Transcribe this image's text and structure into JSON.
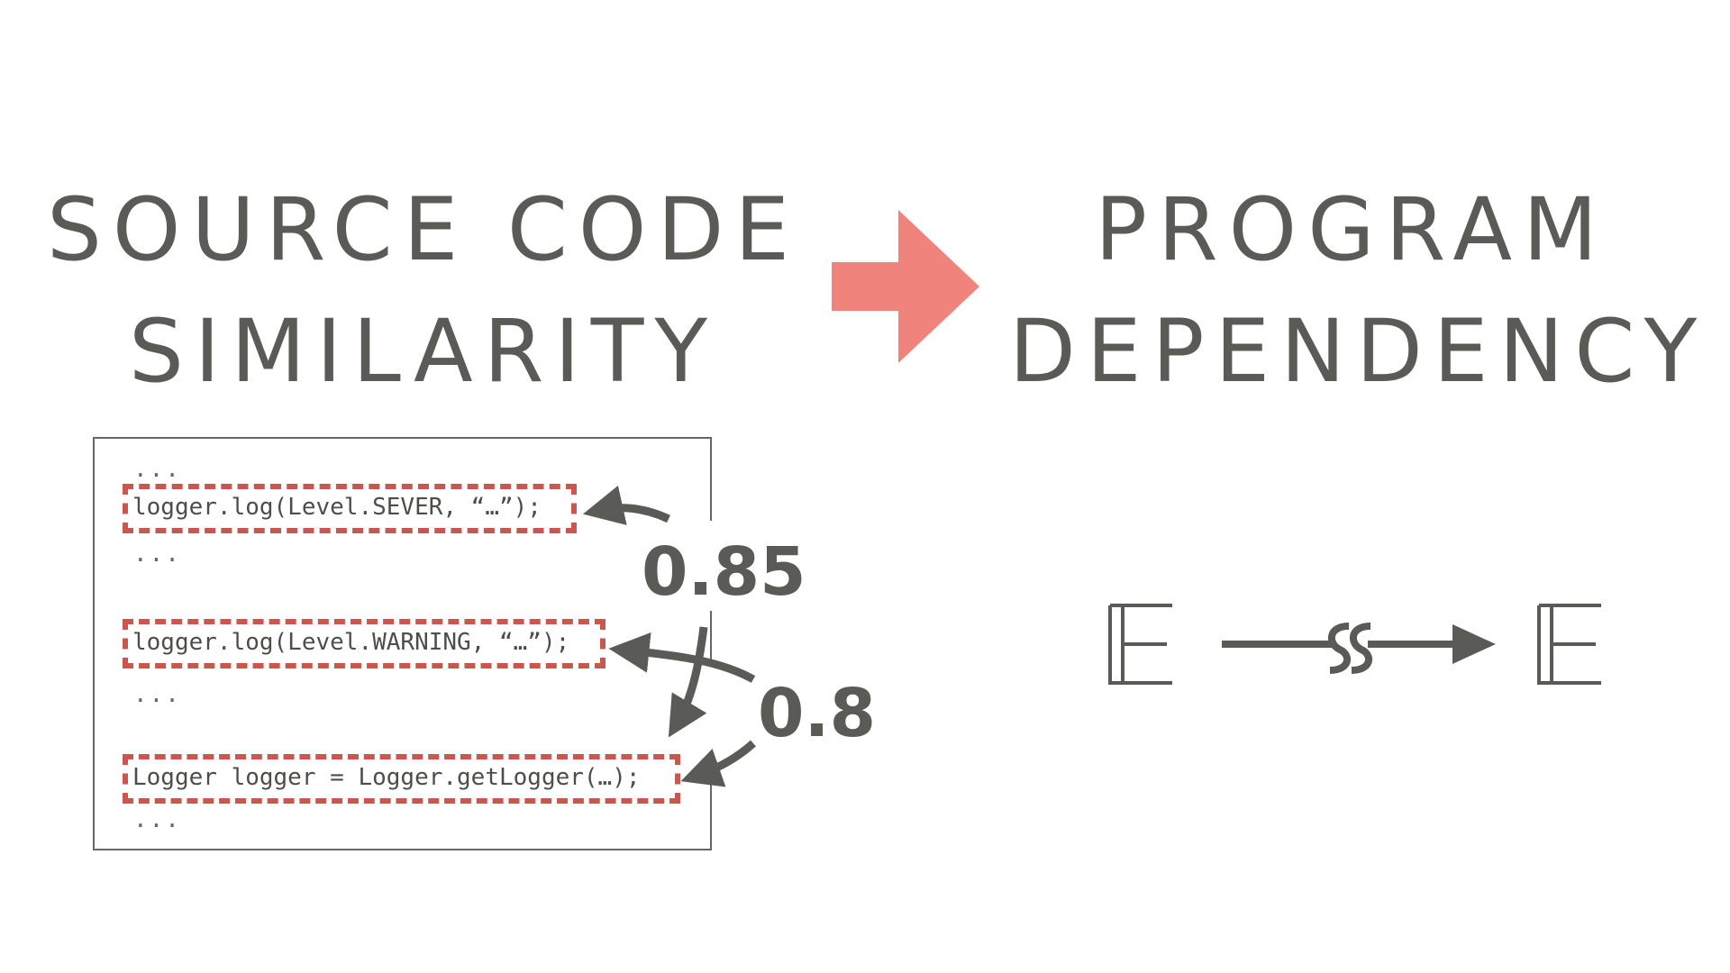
{
  "left_heading": {
    "line1": "SOURCE CODE",
    "line2": "SIMILARITY"
  },
  "right_heading": {
    "line1": "PROGRAM",
    "line2": "DEPENDENCY"
  },
  "code": {
    "ellipsis": "...",
    "line1": "logger.log(Level.SEVER, “…”);",
    "line2": "logger.log(Level.WARNING, “…”);",
    "line3": "Logger logger = Logger.getLogger(…);"
  },
  "scores": {
    "a": "0.85",
    "b": "0.8"
  },
  "colors": {
    "text": "#5a5a56",
    "accent_arrow": "#f0847c",
    "highlight": "#c9574d"
  },
  "icons": {
    "main_arrow": "right-arrow-icon",
    "node_left": "double-struck-e-icon",
    "node_right": "double-struck-e-icon",
    "edge": "broken-arrow-icon"
  }
}
